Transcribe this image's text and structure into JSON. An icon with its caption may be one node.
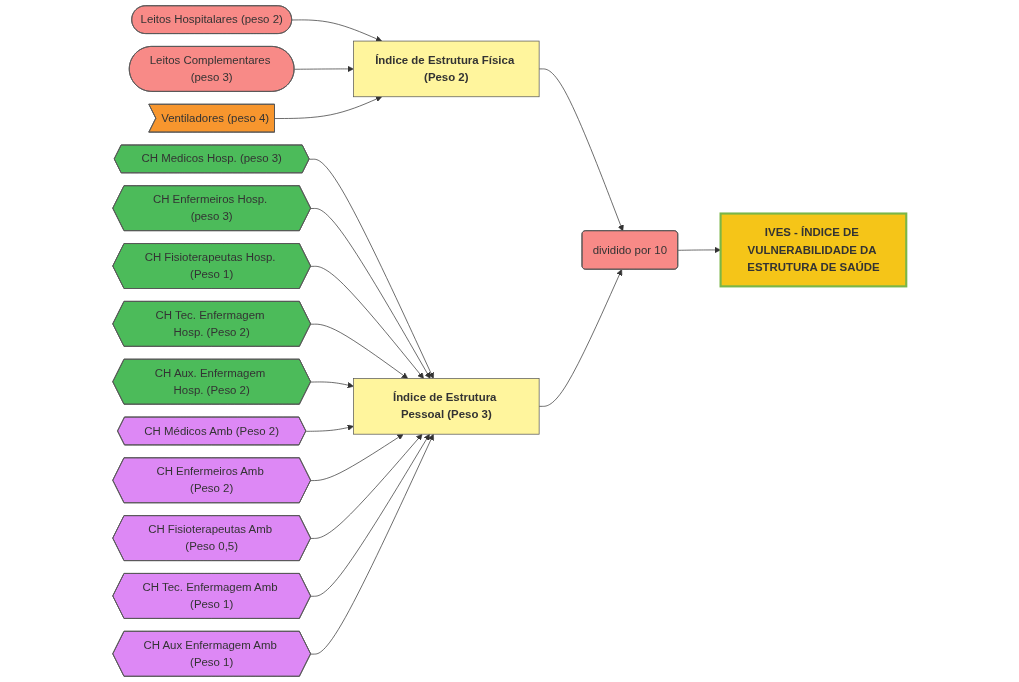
{
  "diagram": {
    "nodes": [
      {
        "text": [
          "Leitos Hospitalares (peso 2)"
        ]
      },
      {
        "text": [
          "Leitos Complementares (peso 3)"
        ]
      },
      {
        "text": [
          "Ventiladores (peso 4)"
        ]
      },
      {
        "text": [
          "Índice de Estrutura Física (Peso 2)"
        ]
      },
      {
        "text": [
          "dividido por 10"
        ]
      },
      {
        "text": [
          "IVES - ÍNDICE DE VULNERABILIDADE DA ESTRUTURA DE SAÚDE"
        ]
      },
      {
        "text": [
          "CH Medicos Hosp. (peso 3)"
        ]
      },
      {
        "text": [
          "CH Enfermeiros Hosp. (peso 3)"
        ]
      },
      {
        "text": [
          "CH Fisioterapeutas Hosp. (Peso 1)"
        ]
      },
      {
        "text": [
          "CH Tec. Enfermagem Hosp. (Peso 2)"
        ]
      },
      {
        "text": [
          "CH Aux. Enfermagem Hosp. (Peso 2)"
        ]
      },
      {
        "text": [
          "Índice de Estrutura Pessoal (Peso 3)"
        ]
      },
      {
        "text": [
          "CH Médicos Amb (Peso 2)"
        ]
      },
      {
        "text": [
          "CH Enfermeiros Amb (Peso 2)"
        ]
      },
      {
        "text": [
          "CH Fisioterapeutas Amb (Peso 0,5)"
        ]
      },
      {
        "text": [
          "CH Tec. Enfermagem Amb (Peso 1)"
        ]
      },
      {
        "text": [
          "CH Aux Enfermagem Amb (Peso 1)"
        ]
      }
    ],
    "edges": [
      {
        "from": 0,
        "to": 3,
        "arrow": "to"
      },
      {
        "from": 1,
        "to": 3,
        "arrow": "to"
      },
      {
        "from": 2,
        "to": 3,
        "arrow": "to"
      },
      {
        "from": 3,
        "to": 4,
        "arrow": "to"
      },
      {
        "from": 4,
        "to": 5,
        "arrow": "to"
      },
      {
        "from": 6,
        "to": 11,
        "arrow": "to"
      },
      {
        "from": 7,
        "to": 11,
        "arrow": "to"
      },
      {
        "from": 8,
        "to": 11,
        "arrow": "to"
      },
      {
        "from": 9,
        "to": 11,
        "arrow": "to"
      },
      {
        "from": 10,
        "to": 11,
        "arrow": "to"
      },
      {
        "from": 11,
        "to": 4,
        "arrow": "to"
      },
      {
        "from": 12,
        "to": 11,
        "arrow": "to"
      },
      {
        "from": 13,
        "to": 11,
        "arrow": "to"
      },
      {
        "from": 14,
        "to": 11,
        "arrow": "to"
      },
      {
        "from": 15,
        "to": 11,
        "arrow": "to"
      },
      {
        "from": 16,
        "to": 11,
        "arrow": "to"
      }
    ]
  }
}
